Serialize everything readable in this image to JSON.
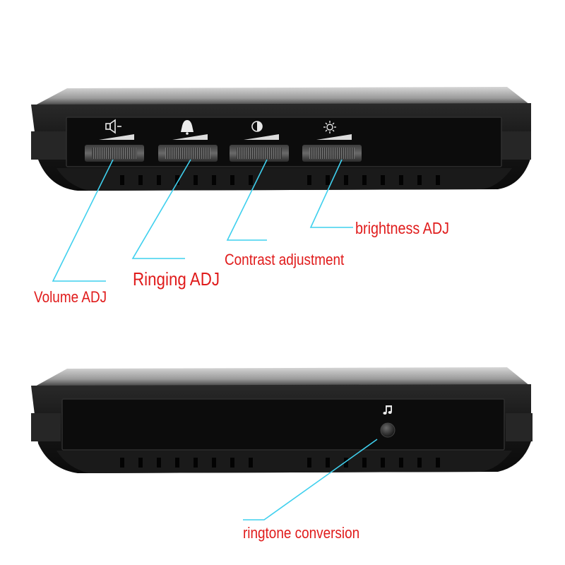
{
  "callouts": {
    "volume": "Volume ADJ",
    "ringing": "Ringing ADJ",
    "contrast": "Contrast adjustment",
    "brightness": "brightness ADJ",
    "ringtone": "ringtone conversion"
  },
  "icons": {
    "volume": "speaker-icon",
    "ringing": "bell-icon",
    "contrast": "contrast-icon",
    "brightness": "sun-icon",
    "ringtone": "music-note-icon"
  },
  "colors": {
    "label_text": "#e01b1b",
    "leader_line": "#3fd0ee",
    "device_body": "#141414",
    "device_bezel": "#1f1f1f",
    "background": "#ffffff"
  }
}
